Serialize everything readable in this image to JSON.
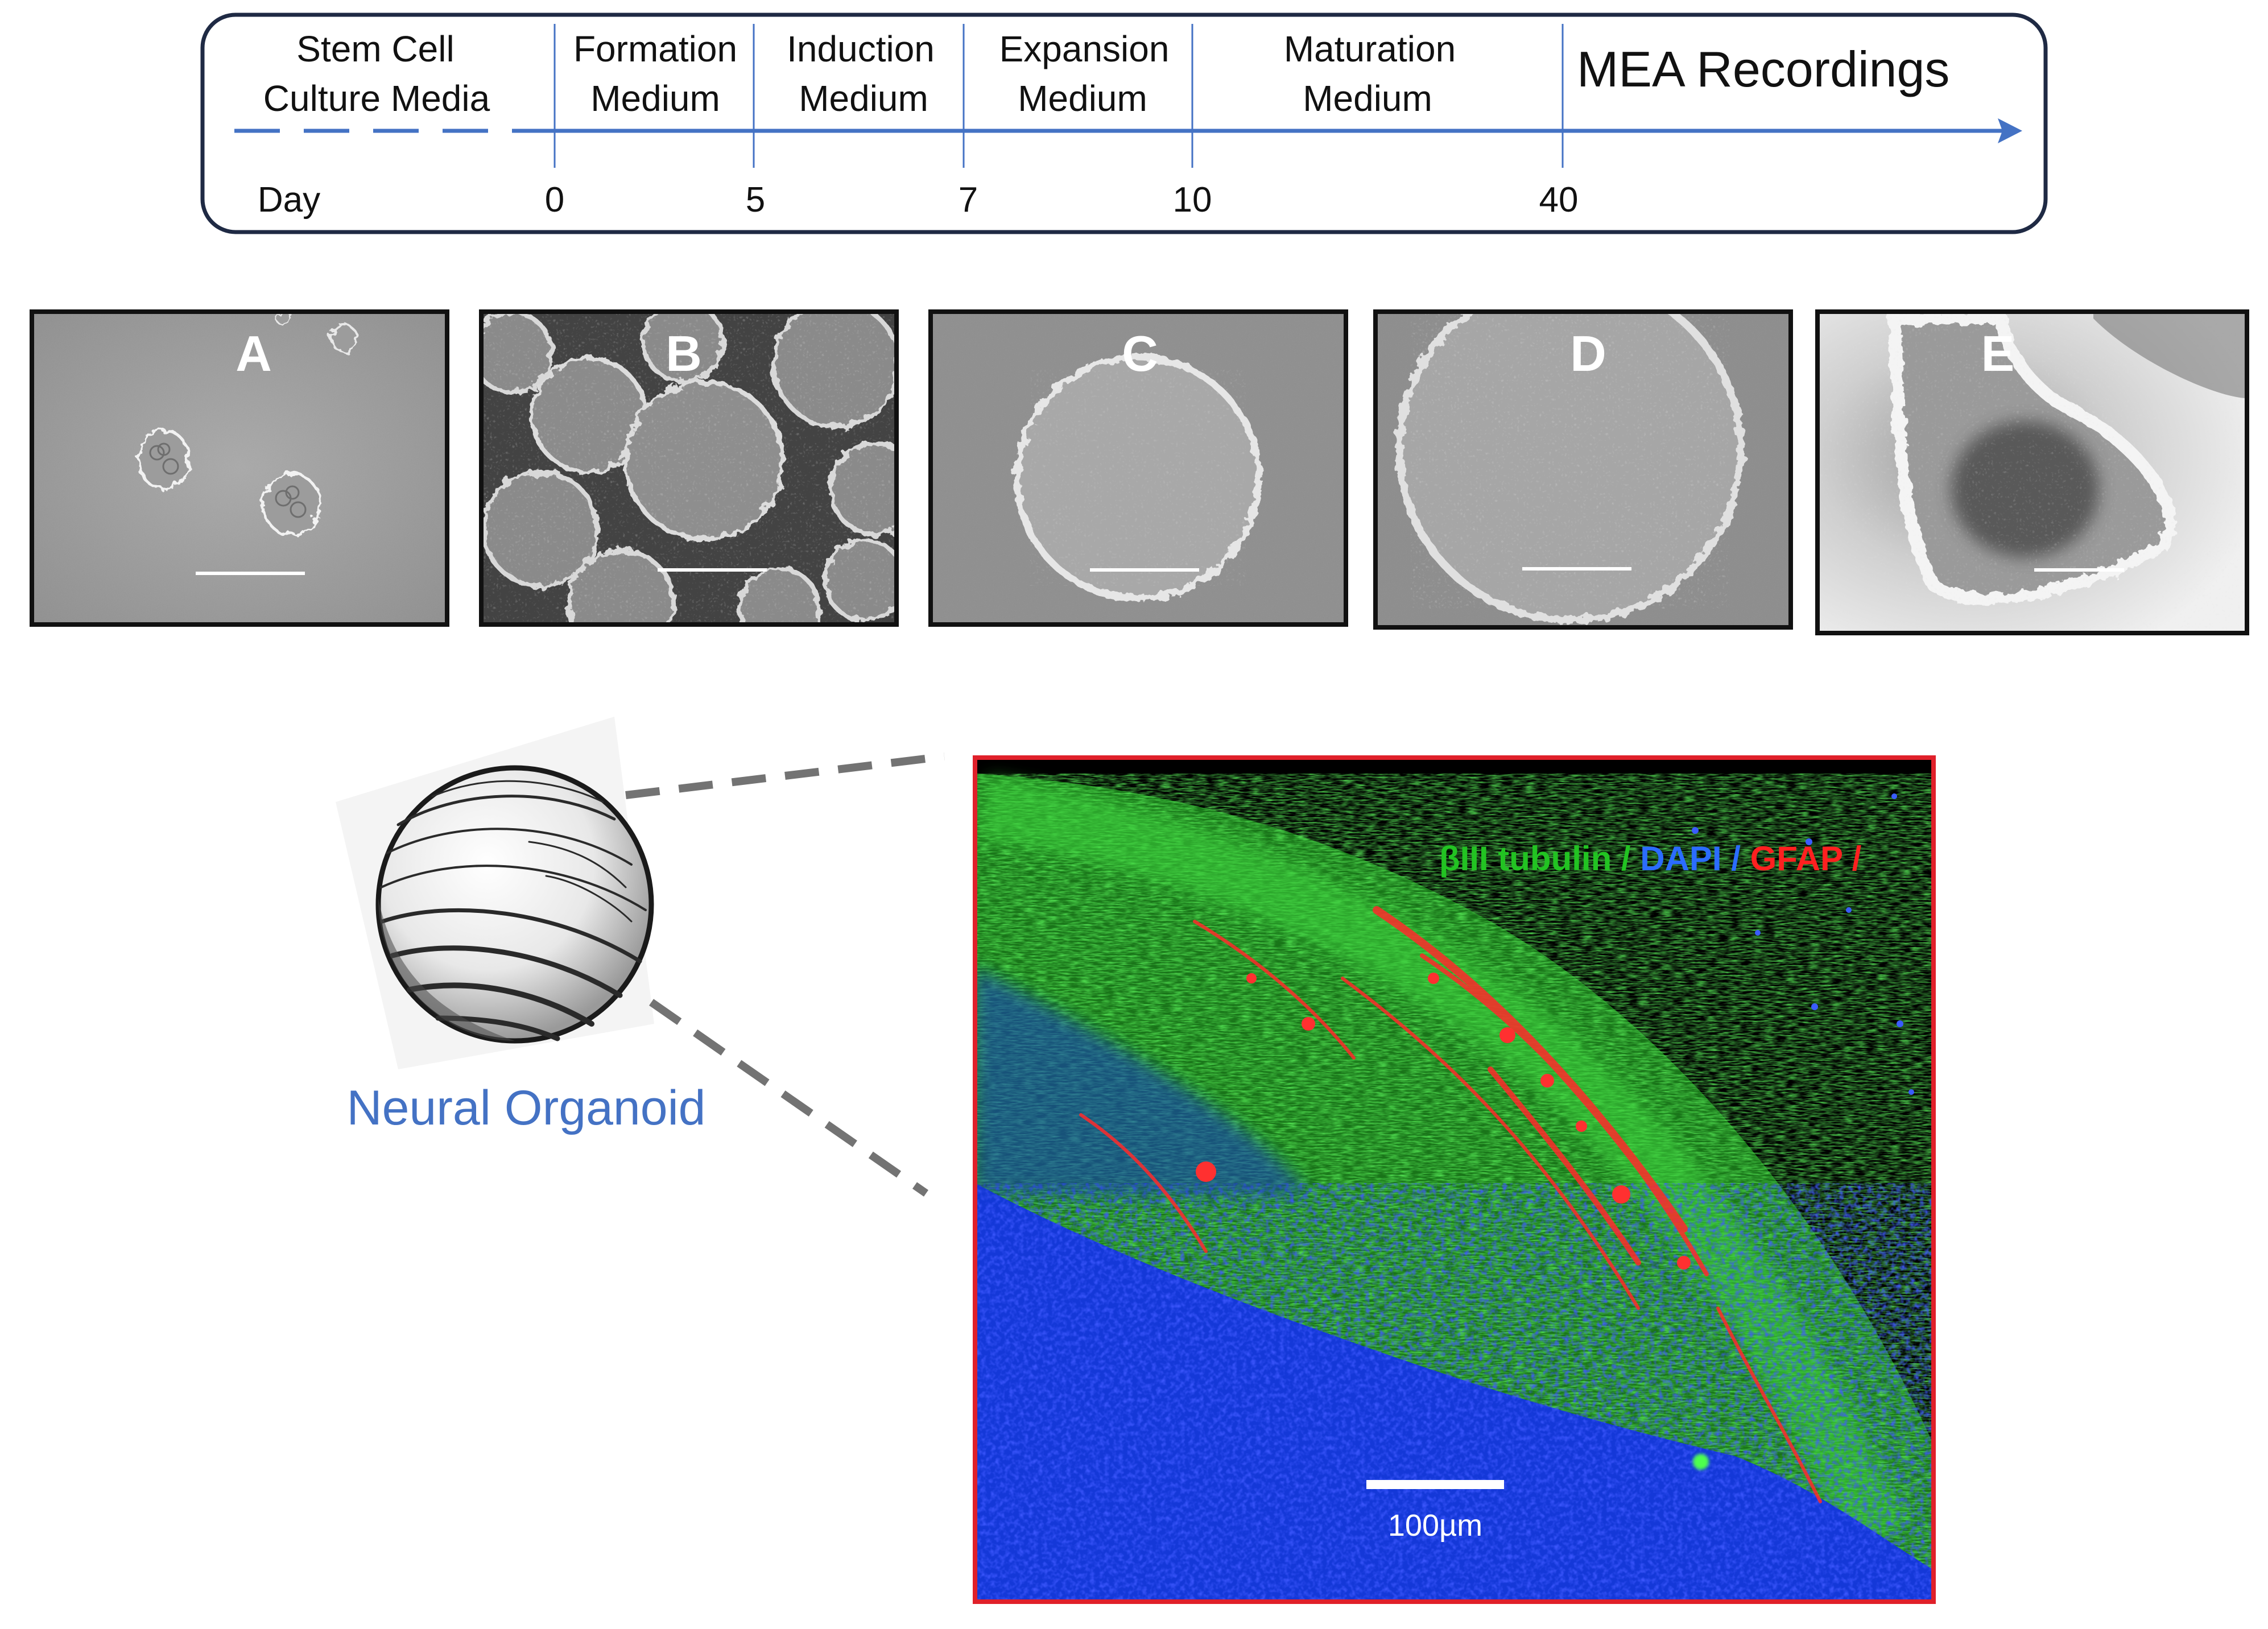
{
  "timeline": {
    "day_label": "Day",
    "segments": [
      {
        "line1": "Stem Cell",
        "line2": "Culture Media"
      },
      {
        "line1": "Formation",
        "line2": "Medium"
      },
      {
        "line1": "Induction",
        "line2": "Medium"
      },
      {
        "line1": "Expansion",
        "line2": "Medium"
      },
      {
        "line1": "Maturation",
        "line2": "Medium"
      }
    ],
    "final_stage": "MEA Recordings",
    "days": [
      "0",
      "5",
      "7",
      "10",
      "40"
    ]
  },
  "panels": [
    "A",
    "B",
    "C",
    "D",
    "E"
  ],
  "organoid": {
    "label": "Neural Organoid"
  },
  "stain": {
    "marker_1": "βIII tubulin",
    "sep_1": " / ",
    "marker_2": "DAPI",
    "sep_2": " / ",
    "marker_3": "GFAP",
    "sep_3": " /",
    "scale_label": "100µm"
  },
  "colors": {
    "timeline_blue": "#4472c4",
    "frame_dark": "#1f2a44",
    "label_blue": "#4472c4",
    "beta_tubulin": "#22c322",
    "dapi": "#2b6cff",
    "gfap": "#ff2020",
    "fluor_border": "#e0202a"
  }
}
